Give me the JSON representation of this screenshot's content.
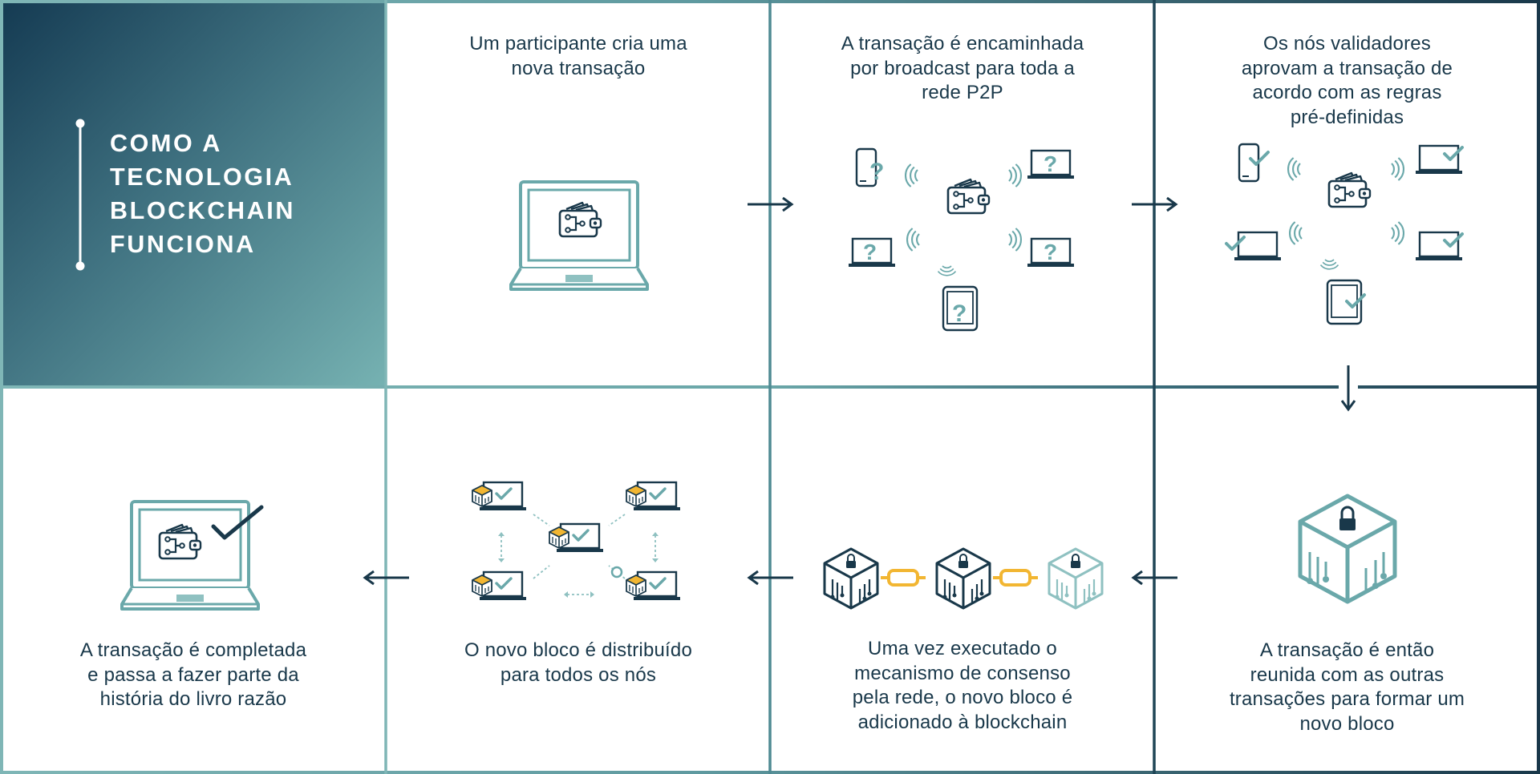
{
  "title": {
    "lines": [
      "COMO A",
      "TECNOLOGIA",
      "BLOCKCHAIN",
      "FUNCIONA"
    ]
  },
  "steps": [
    {
      "id": 1,
      "lines": [
        "Um participante cria uma",
        "nova transação"
      ]
    },
    {
      "id": 2,
      "lines": [
        "A transação é encaminhada",
        "por broadcast para toda a",
        "rede P2P"
      ]
    },
    {
      "id": 3,
      "lines": [
        "Os nós validadores",
        "aprovam a transação de",
        "acordo com as regras",
        "pré-definidas"
      ]
    },
    {
      "id": 4,
      "lines": [
        "A transação é então",
        "reunida com as outras",
        "transações para formar um",
        "novo bloco"
      ]
    },
    {
      "id": 5,
      "lines": [
        "Uma vez executado o",
        "mecanismo de consenso",
        "pela rede, o novo bloco é",
        "adicionado à blockchain"
      ]
    },
    {
      "id": 6,
      "lines": [
        "O novo bloco é distribuído",
        "para todos os nós"
      ]
    },
    {
      "id": 7,
      "lines": [
        "A transação é completada",
        "e passa a fazer parte da",
        "história do livro razão"
      ]
    }
  ],
  "symbols": {
    "question": "?"
  },
  "colors": {
    "dark": "#19384a",
    "teal": "#6aa8aa",
    "light": "#8fc1c1",
    "gold": "#f2b632",
    "tealFrame": "#7fb6b6"
  }
}
